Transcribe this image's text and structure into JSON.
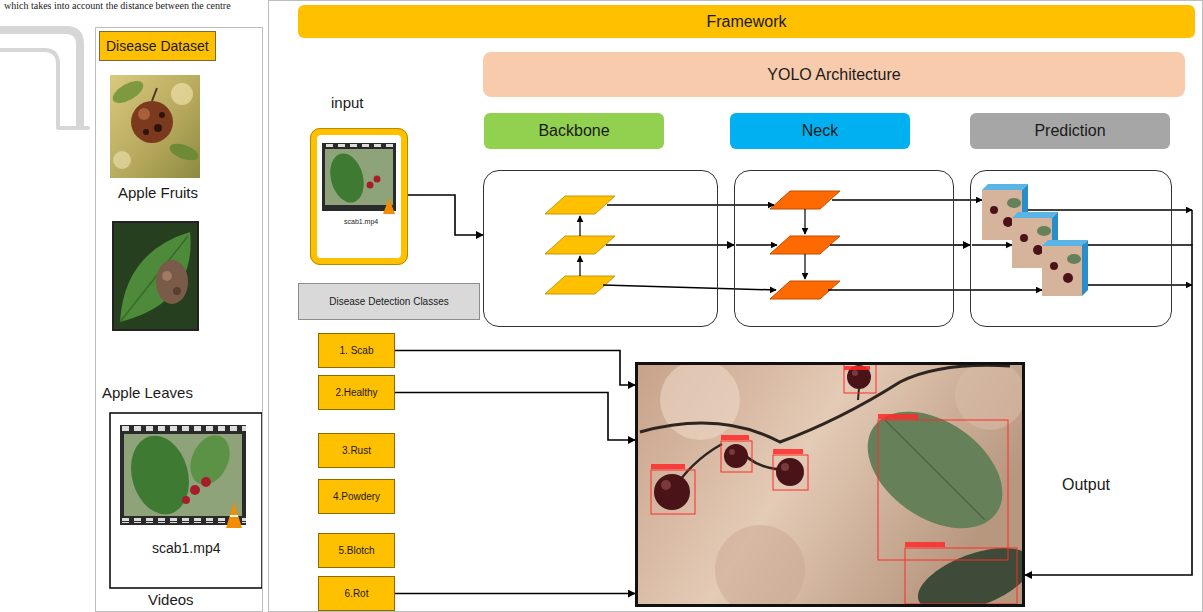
{
  "diagram": {
    "nodes": [
      {
        "text": [
          "Disease Dataset"
        ]
      },
      {
        "text": [
          "Framework"
        ]
      },
      {
        "text": [
          "input",
          "scab1.mp4"
        ],
        "in": 1
      },
      {
        "text": [
          "YOLO Architecture"
        ],
        "in": 1
      },
      {
        "text": [
          "Backbone"
        ],
        "in": 1
      },
      {
        "text": [
          "Neck"
        ],
        "in": 1
      },
      {
        "text": [
          "Prediction"
        ],
        "in": 1
      },
      {
        "text": [
          "Disease Detection Classes"
        ],
        "in": 1
      },
      {
        "text": [
          "1. Scab"
        ],
        "in": 1
      },
      {
        "text": [
          "2.Healthy"
        ],
        "in": 1
      },
      {
        "text": [
          "3.Rust"
        ],
        "in": 1
      },
      {
        "text": [
          "4.Powdery"
        ],
        "in": 1
      },
      {
        "text": [
          "5.Blotch"
        ],
        "in": 1
      },
      {
        "text": [
          "6.Rot"
        ],
        "in": 1
      },
      {
        "text": [
          "Output"
        ],
        "in": 1
      }
    ],
    "edges": [
      {
        "from": 2,
        "to": 4,
        "arrow": "to"
      },
      {
        "from": 4,
        "to": 5,
        "arrow": "to"
      },
      {
        "from": 5,
        "to": 6,
        "arrow": "to"
      },
      {
        "from": 6,
        "to": 14,
        "arrow": "to"
      },
      {
        "from": 8,
        "to": 14,
        "arrow": "to"
      },
      {
        "from": 9,
        "to": 14,
        "arrow": "to"
      },
      {
        "from": 13,
        "to": 14,
        "arrow": "to"
      }
    ],
    "labels": [
      "which takes into account the distance between the centre",
      "Apple Fruits",
      "Apple Leaves",
      "scab1.mp4",
      "Videos"
    ]
  }
}
